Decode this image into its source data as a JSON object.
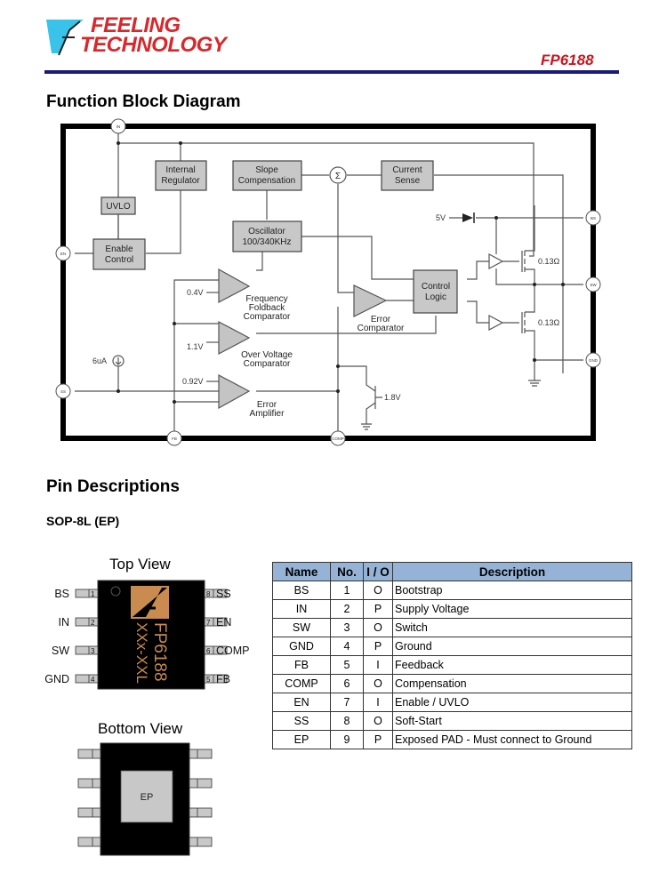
{
  "header": {
    "brand_line1": "FEELING",
    "brand_line2": "TECHNOLOGY",
    "part_number": "FP6188",
    "colors": {
      "brand_red": "#d8282c",
      "logo_cyan": "#39c3e8",
      "rule_navy": "#1a1a7a"
    }
  },
  "function_block_diagram": {
    "title": "Function Block Diagram",
    "pins": {
      "in": "IN",
      "en": "EN",
      "ss": "SS",
      "fb": "FB",
      "comp": "COMP",
      "bs": "BS",
      "sw": "SW",
      "gnd": "GND"
    },
    "blocks": {
      "internal_regulator": [
        "Internal",
        "Regulator"
      ],
      "slope_compensation": [
        "Slope",
        "Compensation"
      ],
      "current_sense": [
        "Current",
        "Sense"
      ],
      "uvlo": [
        "UVLO"
      ],
      "enable_control": [
        "Enable",
        "Control"
      ],
      "oscillator": [
        "Oscillator",
        "100/340KHz"
      ],
      "control_logic": [
        "Control",
        "Logic"
      ]
    },
    "summing_node": "Σ",
    "comparators": {
      "frequency_foldback": {
        "label": [
          "Frequency",
          "Foldback",
          "Comparator"
        ],
        "ref": "0.4V"
      },
      "over_voltage": {
        "label": [
          "Over Voltage",
          "Comparator"
        ],
        "ref": "1.1V"
      },
      "error_amplifier": {
        "label": [
          "Error",
          "Amplifier"
        ],
        "ref": "0.92V"
      },
      "error_comparator": {
        "label": [
          "Error",
          "Comparator"
        ]
      }
    },
    "current_source": "6uA",
    "diode_supply": "5V",
    "clamp_voltage": "1.8V",
    "high_side_rdson": "0.13Ω",
    "low_side_rdson": "0.13Ω"
  },
  "pin_descriptions": {
    "title": "Pin Descriptions",
    "package": "SOP-8L (EP)",
    "top_view": {
      "title": "Top View",
      "marking_line1": "FP6188",
      "marking_line2": "XXx-XXL",
      "left_pins": [
        {
          "name": "BS",
          "no": "1"
        },
        {
          "name": "IN",
          "no": "2"
        },
        {
          "name": "SW",
          "no": "3"
        },
        {
          "name": "GND",
          "no": "4"
        }
      ],
      "right_pins": [
        {
          "name": "SS",
          "no": "8"
        },
        {
          "name": "EN",
          "no": "7"
        },
        {
          "name": "COMP",
          "no": "6"
        },
        {
          "name": "FB",
          "no": "5"
        }
      ]
    },
    "bottom_view": {
      "title": "Bottom View",
      "pad_label": "EP"
    },
    "table": {
      "header_color": "#95b3d7",
      "columns": [
        "Name",
        "No.",
        "I / O",
        "Description"
      ],
      "rows": [
        [
          "BS",
          "1",
          "O",
          "Bootstrap"
        ],
        [
          "IN",
          "2",
          "P",
          "Supply Voltage"
        ],
        [
          "SW",
          "3",
          "O",
          "Switch"
        ],
        [
          "GND",
          "4",
          "P",
          "Ground"
        ],
        [
          "FB",
          "5",
          "I",
          "Feedback"
        ],
        [
          "COMP",
          "6",
          "O",
          "Compensation"
        ],
        [
          "EN",
          "7",
          "I",
          "Enable / UVLO"
        ],
        [
          "SS",
          "8",
          "O",
          "Soft-Start"
        ],
        [
          "EP",
          "9",
          "P",
          "Exposed PAD - Must connect to Ground"
        ]
      ]
    }
  }
}
